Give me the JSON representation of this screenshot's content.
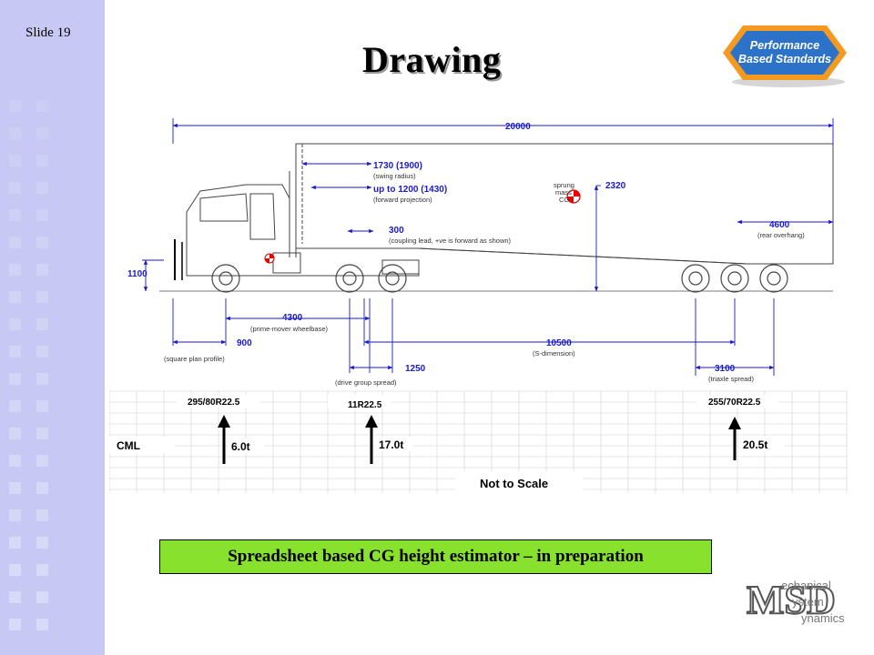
{
  "slide": {
    "number_label": "Slide 19",
    "title": "Drawing"
  },
  "logo": {
    "line1": "Performance",
    "line2": "Based Standards"
  },
  "dimensions": {
    "overall_length": "20000",
    "swing_radius": "1730 (1900)",
    "swing_radius_label": "(swing radius)",
    "forward_projection": "up to 1200 (1430)",
    "forward_projection_label": "(forward projection)",
    "coupling_lead": "300",
    "coupling_lead_label": "(coupling lead, +ve is forward as shown)",
    "cg_height": "2320",
    "cg_label_1": "sprung",
    "cg_label_2": "mass",
    "cg_label_3": "CG",
    "rear_overhang": "4600",
    "rear_overhang_label": "(rear overhang)",
    "coupling_height": "1100",
    "prime_mover_wheelbase": "4300",
    "prime_mover_wheelbase_label": "(prime-mover wheelbase)",
    "front_overhang": "900",
    "square_plan_label": "(square plan profile)",
    "s_dimension": "10500",
    "s_dimension_label": "(S-dimension)",
    "drive_group_spread": "1250",
    "drive_group_spread_label": "(drive group spread)",
    "triaxle_spread": "3100",
    "triaxle_spread_label": "(triaxle spread)"
  },
  "tyres": {
    "steer": "295/80R22.5",
    "drive": "11R22.5",
    "trailer": "255/70R22.5"
  },
  "loads": {
    "cml_label": "CML",
    "steer": "6.0t",
    "drive": "17.0t",
    "trailer": "20.5t"
  },
  "scale_note": "Not to Scale",
  "status_note": "Spreadsheet based CG height estimator – in preparation",
  "company_logo": {
    "line1": "echanical",
    "line2": "ystem",
    "line3": "ynamics",
    "mark": "MSD"
  },
  "colors": {
    "sidebar": "#c7c9f4",
    "dimension_blue": "#1a1ad0",
    "note_green": "#88e12c",
    "logo_blue": "#2c72c9",
    "logo_orange": "#f59a20"
  }
}
